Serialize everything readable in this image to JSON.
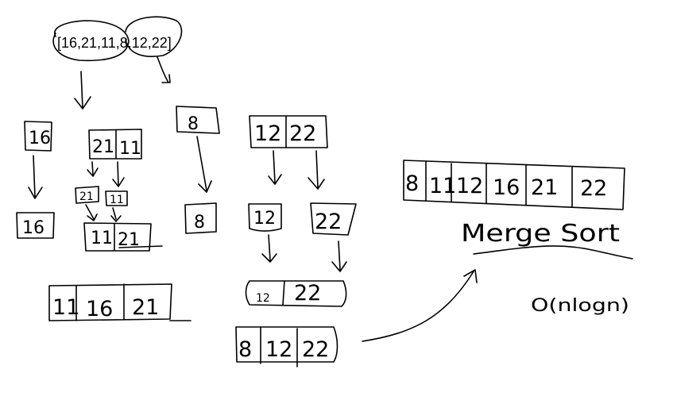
{
  "input_array": "[16,21,11,8,12,22]",
  "level1": {
    "left_singles": [
      "16",
      "21",
      "11"
    ],
    "right_single": "8",
    "right_pair": [
      "12",
      "22"
    ]
  },
  "level2": {
    "pair_21_11": [
      "21",
      "11"
    ],
    "single_16": "16",
    "single_8": "8",
    "single_12": "12",
    "single_22": "22"
  },
  "merges": {
    "merged_11_21": [
      "11",
      "21"
    ],
    "merged_12_22": [
      "12",
      "22"
    ],
    "merged_left": [
      "11",
      "16",
      "21"
    ],
    "merged_right": [
      "8",
      "12",
      "22"
    ],
    "final": [
      "8",
      "11",
      "12",
      "16",
      "21",
      "22"
    ]
  },
  "labels": {
    "algorithm": "Merge Sort",
    "complexity": "O(nlogn)"
  }
}
